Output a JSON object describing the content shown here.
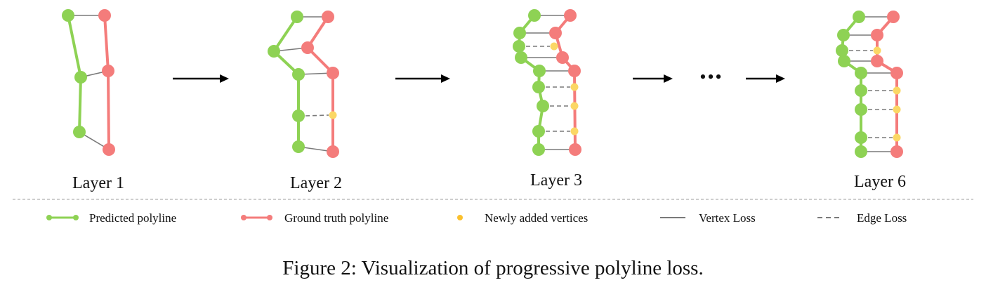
{
  "colors": {
    "predicted": "#8ed254",
    "ground_truth": "#f47c7b",
    "new_vertex": "#fbd765",
    "vertex_loss": "#7a7a7a",
    "edge_loss": "#7a7a7a",
    "divider": "#9c9c9c",
    "arrow": "#000000"
  },
  "panels": [
    {
      "label": "Layer 1"
    },
    {
      "label": "Layer 2"
    },
    {
      "label": "Layer 3"
    },
    {
      "label": "Layer 6"
    }
  ],
  "ellipsis": "•••",
  "legend": {
    "predicted": "Predicted polyline",
    "ground_truth": "Ground truth polyline",
    "new_vertices": "Newly added vertices",
    "vertex_loss": "Vertex Loss",
    "edge_loss": "Edge Loss"
  },
  "caption": "Figure 2: Visualization of progressive polyline loss."
}
